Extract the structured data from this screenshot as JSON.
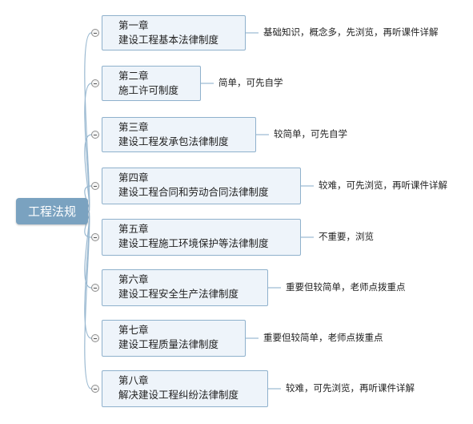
{
  "root": {
    "label": "工程法规"
  },
  "chapters": [
    {
      "title": "第一章",
      "subtitle": "建设工程基本法律制度",
      "note": "基础知识，概念多，先浏览，再听课件详解"
    },
    {
      "title": "第二章",
      "subtitle": "施工许可制度",
      "note": "简单，可先自学"
    },
    {
      "title": "第三章",
      "subtitle": "建设工程发承包法律制度",
      "note": "较简单，可先自学"
    },
    {
      "title": "第四章",
      "subtitle": "建设工程合同和劳动合同法律制度",
      "note": "较难，可先浏览，再听课件详解"
    },
    {
      "title": "第五章",
      "subtitle": "建设工程施工环境保护等法律制度",
      "note": "不重要，浏览"
    },
    {
      "title": "第六章",
      "subtitle": "建设工程安全生产法律制度",
      "note": "重要但较简单，老师点拨重点"
    },
    {
      "title": "第七章",
      "subtitle": "建设工程质量法律制度",
      "note": "重要但较简单，老师点拨重点"
    },
    {
      "title": "第八章",
      "subtitle": "解决建设工程纠纷法律制度",
      "note": "较难，可先浏览，再听课件详解"
    }
  ],
  "colors": {
    "root": "#7aa2c0",
    "node_border": "#8fb1cc",
    "node_fill": "#eef4fa",
    "connector": "#9ab9d1"
  }
}
